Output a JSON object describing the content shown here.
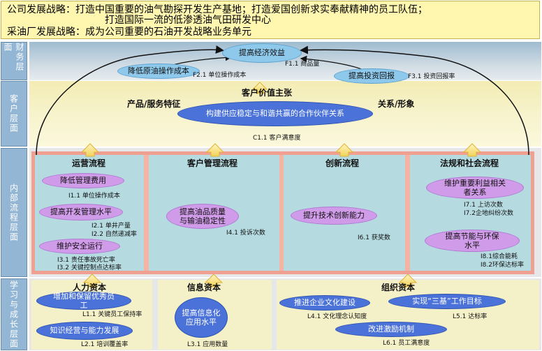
{
  "header": {
    "line1": "公司发展战略：打造中国重要的油气勘探开发生产基地；打造爱国创新求实奉献精神的员工队伍；",
    "line2": "打造国际一流的低渗透油气田研发中心",
    "line3": "采油厂发展战略：成为公司重要的石油开发战略业务单元"
  },
  "layers": {
    "finance": "财务层面",
    "customer": "客户层面",
    "process": "内部流程层面",
    "learning": "学习与成长层面"
  },
  "finance": {
    "goal": "提高经济效益",
    "goal_kpi": "F1.1 商品量",
    "cost": "降低原油操作成本",
    "cost_kpi": "F2.1 单位操作成本",
    "invest": "提高投资回报",
    "invest_kpi": "F3.1 投资回报率"
  },
  "customer": {
    "value_title": "客户价值主张",
    "product_title": "产品/服务特征",
    "relation_title": "关系/形象",
    "goal": "构建供应稳定与和谐共赢的合作伙伴关系",
    "kpi": "C1.1 客户满意度"
  },
  "process": {
    "ops": {
      "title": "运营流程",
      "g1": "降低管理费用",
      "k1": "I1.1 单位操作成本",
      "g2": "提高开发管理水平",
      "k2a": "I2.1 单井产量",
      "k2b": "I2.2 自然递减率",
      "g3": "维护安全运行",
      "k3a": "I3.1 责任事故死亡率",
      "k3b": "I3.2 关键控制点达标率"
    },
    "crm": {
      "title": "客户管理流程",
      "g1": "提高油品质量与输油稳定性",
      "k1": "I4.1 投诉次数"
    },
    "innov": {
      "title": "创新流程",
      "g1": "提升技术创新能力",
      "k1": "I6.1 获奖数"
    },
    "reg": {
      "title": "法规和社会流程",
      "g1": "维护重要利益相关者关系",
      "k1a": "I7.1 上访次数",
      "k1b": "I7.2企地纠纷次数",
      "g2": "提高节能与环保水平",
      "k2a": "I8.1综合能耗",
      "k2b": "I8.2环保达标率"
    }
  },
  "learning": {
    "human": {
      "title": "人力资本",
      "g1": "增加和保留优秀员工",
      "k1": "L1.1 关键员工保持率",
      "g2": "知识经营与能力发展",
      "k2": "L2.1 培训覆盖率"
    },
    "info": {
      "title": "信息资本",
      "g1": "提高信息化应用水平",
      "k1": "L3.1 应用数量"
    },
    "org": {
      "title": "组织资本",
      "g1": "推进企业文化建设",
      "k1": "L4.1 文化理念认知度",
      "g2": "实现“三基”工作目标",
      "k2": "L5.1 达标率",
      "g3": "改进激励机制",
      "k3": "L6.1 员工满意度"
    }
  }
}
